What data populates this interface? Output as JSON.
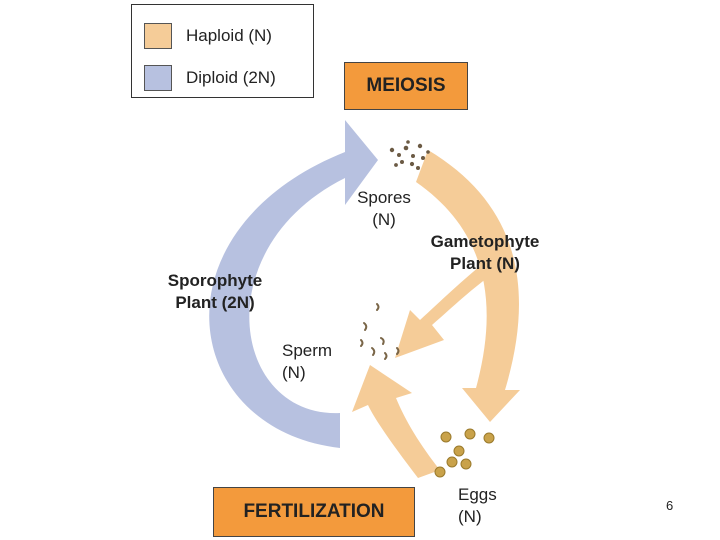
{
  "legend": {
    "haploid": {
      "label": "Haploid (N)",
      "color": "#f5cc98"
    },
    "diploid": {
      "label": "Diploid (2N)",
      "color": "#b7c1e0"
    }
  },
  "boxes": {
    "meiosis": "MEIOSIS",
    "fertilization": "FERTILIZATION",
    "color": "#f39a3c"
  },
  "labels": {
    "spores": {
      "line1": "Spores",
      "line2": "(N)"
    },
    "gametophyte": {
      "line1": "Gametophyte",
      "line2": "Plant (N)"
    },
    "sporophyte": {
      "line1": "Sporophyte",
      "line2": "Plant (2N)"
    },
    "sperm": {
      "line1": "Sperm",
      "line2": "(N)"
    },
    "eggs": {
      "line1": "Eggs",
      "line2": "(N)"
    }
  },
  "page_number": "6"
}
